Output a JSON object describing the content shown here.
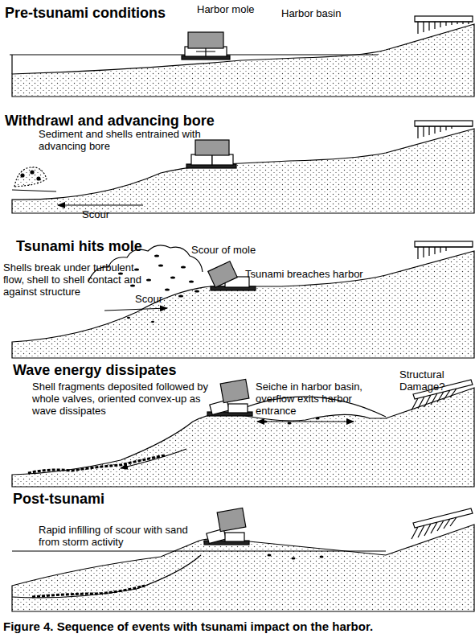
{
  "diagram": {
    "caption": "Figure 4. Sequence of events with tsunami impact on the harbor.",
    "labels": [
      "Pre-tsunami conditions",
      "Harbor mole",
      "Harbor basin",
      "Withdrawl and advancing bore",
      "Sediment and shells entrained with advancing bore",
      "Scour",
      "Tsunami hits mole",
      "Scour of mole",
      "Shells break under turbulent flow, shell to shell contact and against structure",
      "Scour",
      "Tsunami breaches harbor",
      "Wave energy dissipates",
      "Shell fragments deposited followed by whole valves, oriented convex-up as wave dissipates",
      "Seiche in harbor basin, overflow exits harbor entrance",
      "Structural Damage?",
      "Post-tsunami",
      "Rapid infilling of scour with sand from storm activity"
    ]
  }
}
